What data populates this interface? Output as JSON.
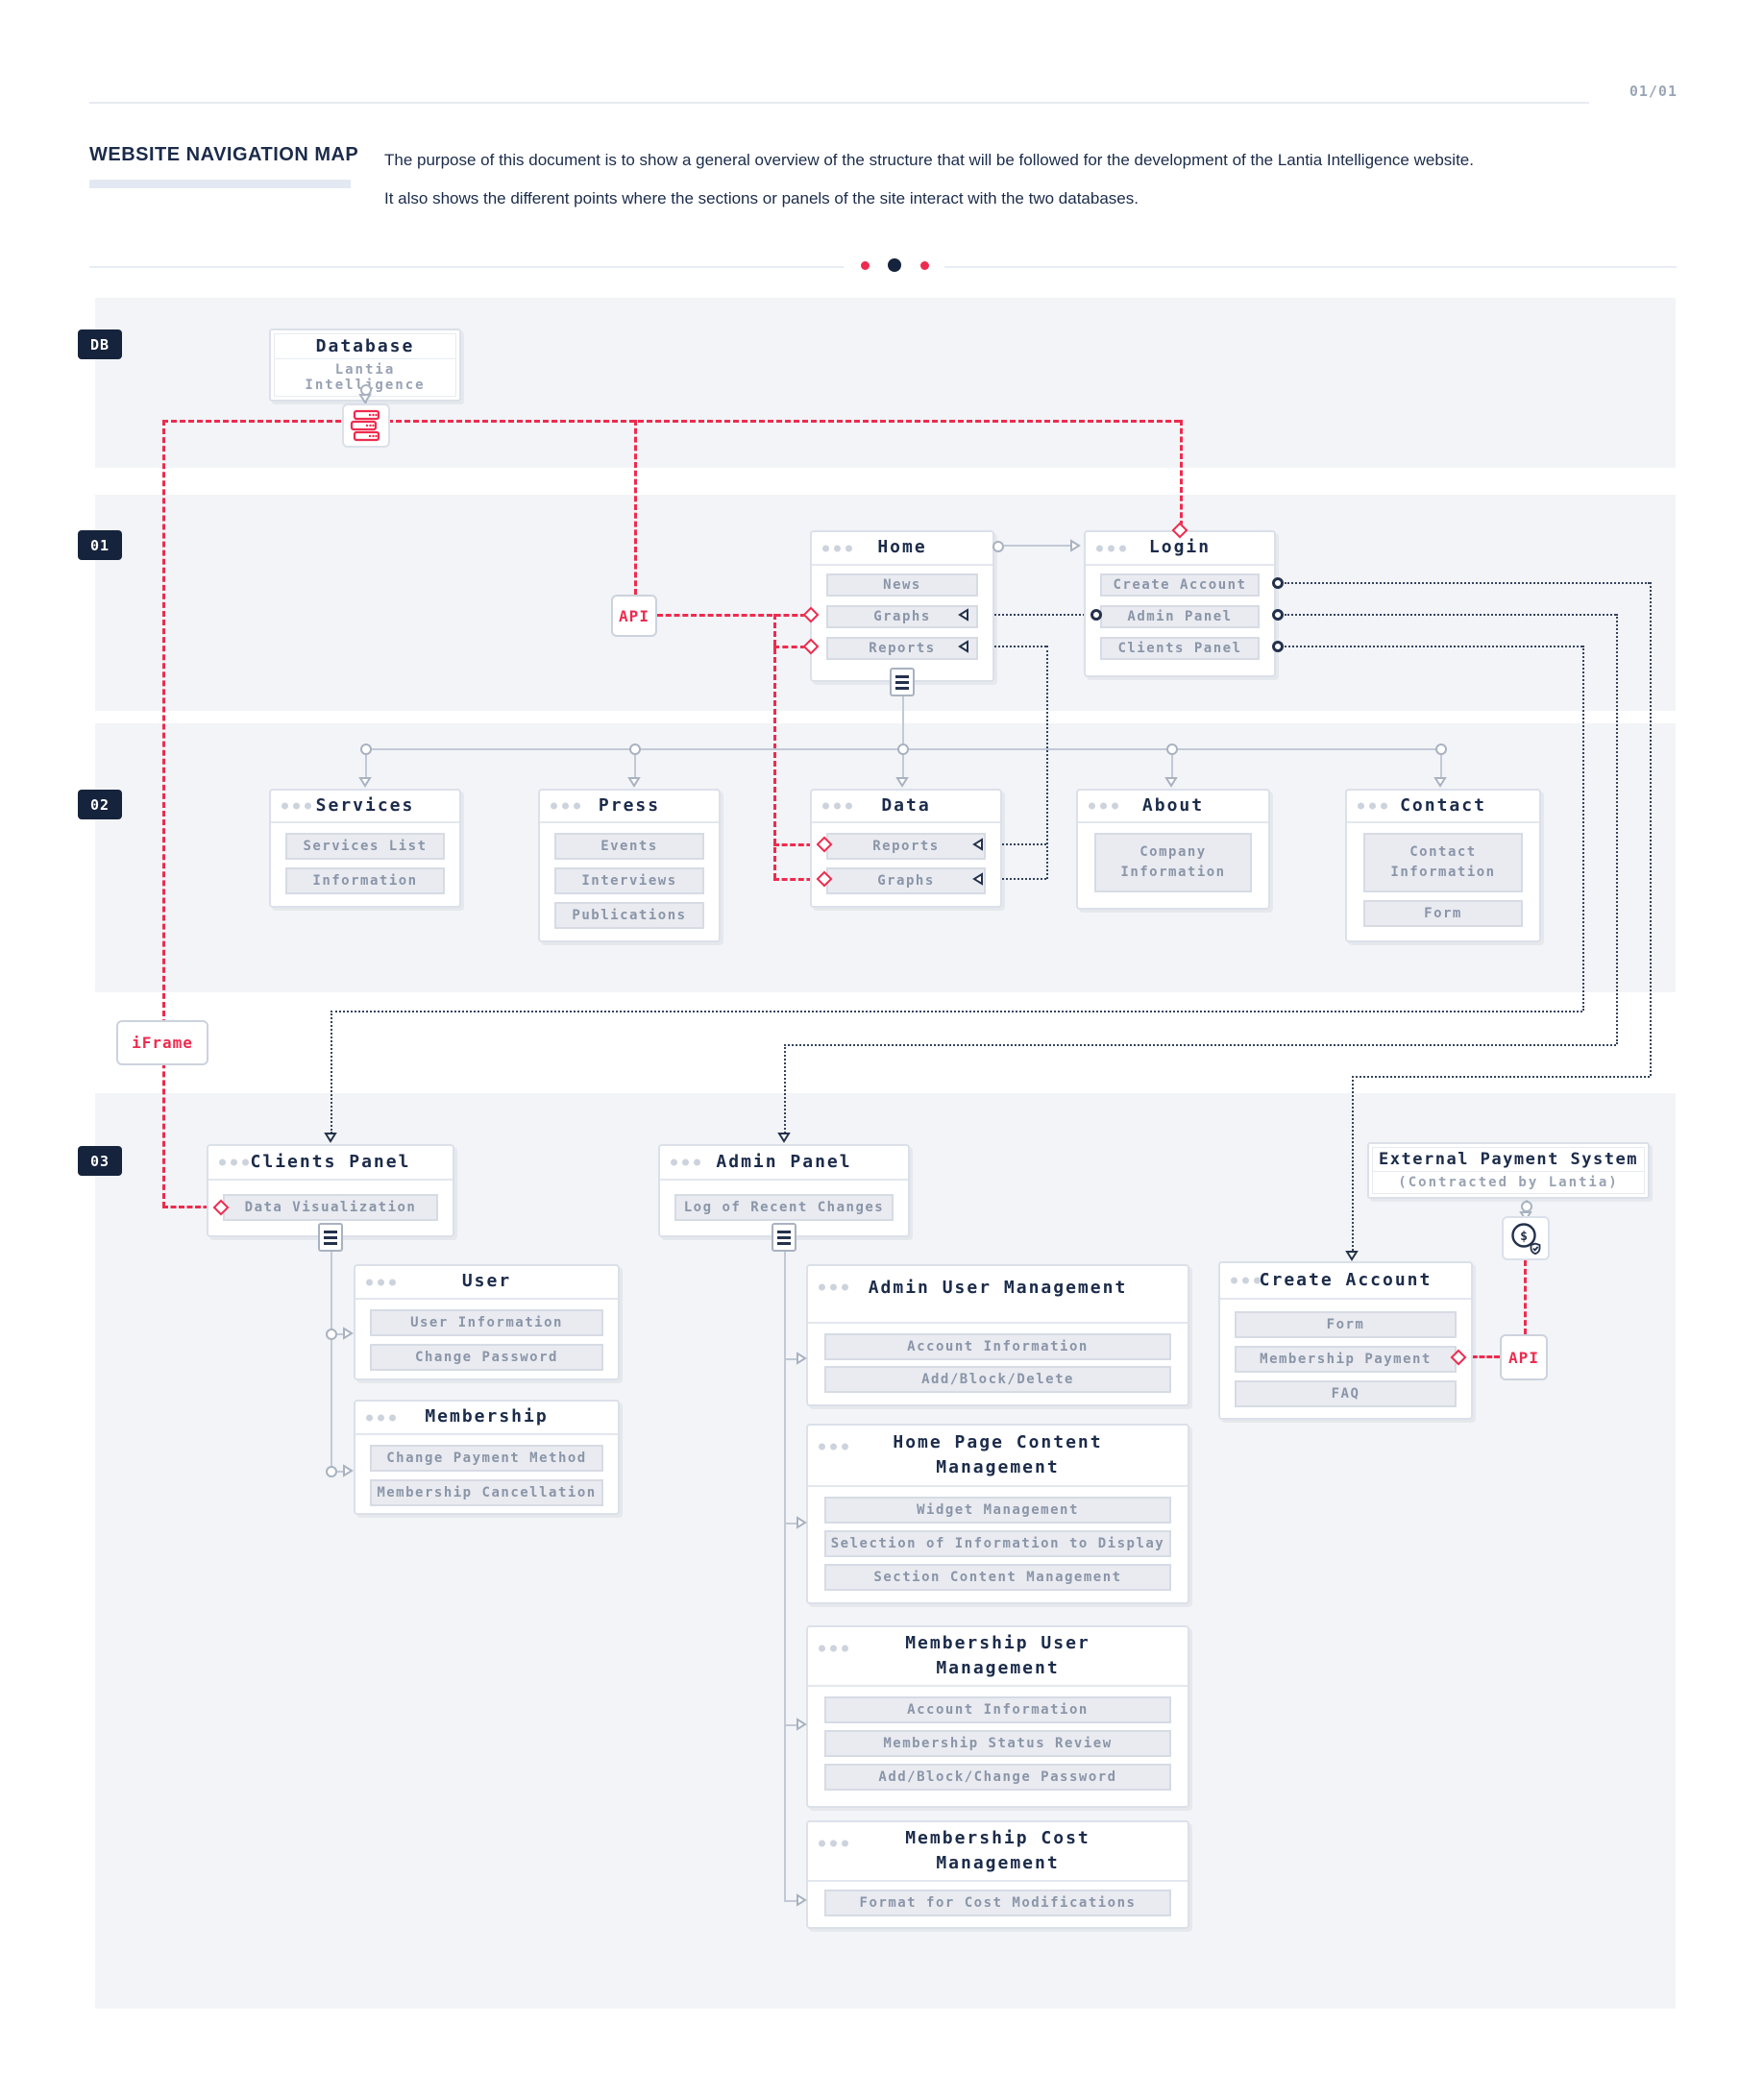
{
  "page": {
    "number": "01/01"
  },
  "header": {
    "title": "WEBSITE NAVIGATION MAP",
    "description_line1": "The purpose of this document is to show a general overview of the structure that will be followed for the development of the Lantia Intelligence website.",
    "description_line2": "It also shows the different points where the sections or panels of the site interact with the two databases."
  },
  "row_badges": {
    "db": "DB",
    "r01": "01",
    "r02": "02",
    "r03": "03"
  },
  "labels": {
    "api_top": "API",
    "api_bottom": "API",
    "iframe": "iFrame"
  },
  "panels": {
    "database": {
      "title": "Database",
      "subtitle": "Lantia Intelligence"
    },
    "home": {
      "title": "Home",
      "items": [
        "News",
        "Graphs",
        "Reports"
      ]
    },
    "login": {
      "title": "Login",
      "items": [
        "Create Account",
        "Admin Panel",
        "Clients Panel"
      ]
    },
    "services": {
      "title": "Services",
      "items": [
        "Services List",
        "Information"
      ]
    },
    "press": {
      "title": "Press",
      "items": [
        "Events",
        "Interviews",
        "Publications"
      ]
    },
    "data": {
      "title": "Data",
      "items": [
        "Reports",
        "Graphs"
      ]
    },
    "about": {
      "title": "About",
      "items": [
        "Company Information"
      ]
    },
    "contact": {
      "title": "Contact",
      "items": [
        "Contact Information",
        "Form"
      ]
    },
    "clients_panel": {
      "title": "Clients Panel",
      "items": [
        "Data Visualization"
      ]
    },
    "admin_panel": {
      "title": "Admin Panel",
      "items": [
        "Log of Recent Changes"
      ]
    },
    "user": {
      "title": "User",
      "items": [
        "User Information",
        "Change Password"
      ]
    },
    "membership": {
      "title": "Membership",
      "items": [
        "Change Payment Method",
        "Membership Cancellation"
      ]
    },
    "admin_user_mgmt": {
      "title": "Admin User Management",
      "items": [
        "Account Information",
        "Add/Block/Delete"
      ]
    },
    "home_content_mgmt": {
      "title": "Home Page Content\nManagement",
      "items": [
        "Widget Management",
        "Selection of Information to Display",
        "Section Content Management"
      ]
    },
    "membership_user_mgmt": {
      "title": "Membership User\nManagement",
      "items": [
        "Account Information",
        "Membership Status Review",
        "Add/Block/Change Password"
      ]
    },
    "membership_cost_mgmt": {
      "title": "Membership Cost\nManagement",
      "items": [
        "Format for Cost Modifications"
      ]
    },
    "create_account": {
      "title": "Create Account",
      "items": [
        "Form",
        "Membership Payment",
        "FAQ"
      ]
    },
    "external_payment": {
      "title": "External Payment System",
      "subtitle": "(Contracted by Lantia)"
    }
  },
  "colors": {
    "accent_red": "#ee2b4e",
    "navy": "#1b2b4a",
    "band_gray": "#f2f4f7"
  }
}
